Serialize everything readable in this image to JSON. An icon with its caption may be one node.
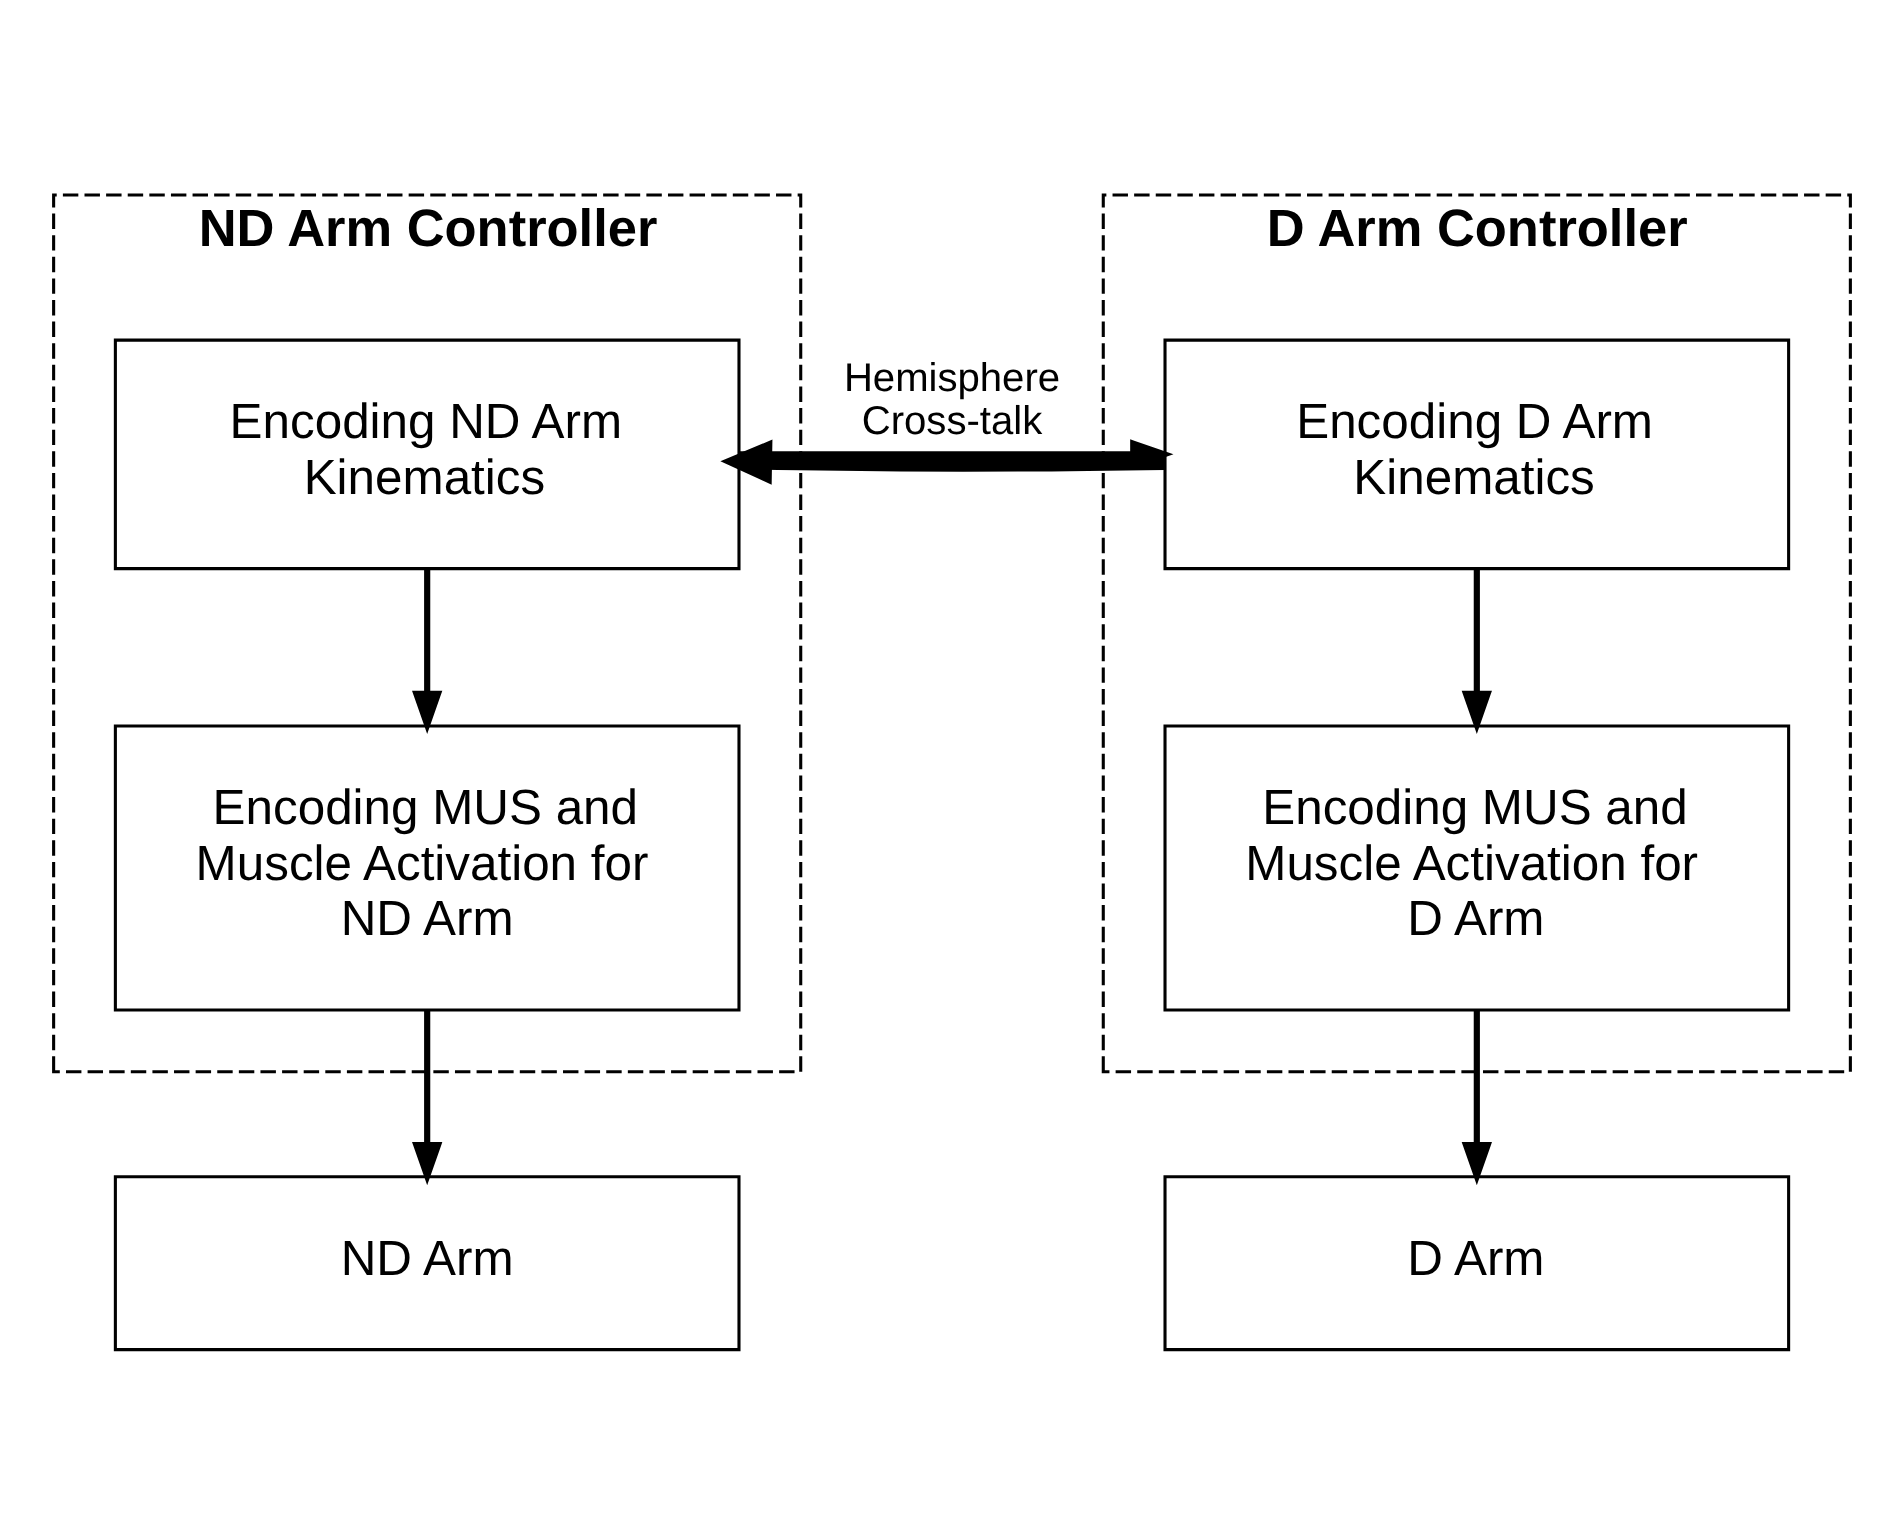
{
  "diagram": {
    "nodes": [
      {
        "text": [
          "ND Arm Controller"
        ]
      },
      {
        "text": [
          "Encoding ND Arm Kinematics"
        ],
        "in": 0
      },
      {
        "text": [
          "Encoding MUS and Muscle Activation for ND Arm"
        ],
        "in": 0
      },
      {
        "text": [
          "D Arm Controller"
        ]
      },
      {
        "text": [
          "Encoding D Arm Kinematics"
        ],
        "in": 3
      },
      {
        "text": [
          "Encoding MUS and Muscle Activation for D Arm"
        ],
        "in": 3
      },
      {
        "text": [
          "ND Arm"
        ]
      },
      {
        "text": [
          "D Arm"
        ]
      }
    ],
    "edges": [
      {
        "from": 4,
        "to": 1,
        "arrow": "to",
        "style": "thick"
      },
      {
        "from": 1,
        "to": 4,
        "arrow": "to",
        "label": "Hemisphere Cross-talk"
      },
      {
        "from": 1,
        "to": 2,
        "arrow": "to"
      },
      {
        "from": 2,
        "to": 6,
        "arrow": "to"
      },
      {
        "from": 4,
        "to": 5,
        "arrow": "to"
      },
      {
        "from": 5,
        "to": 7,
        "arrow": "to"
      }
    ]
  }
}
